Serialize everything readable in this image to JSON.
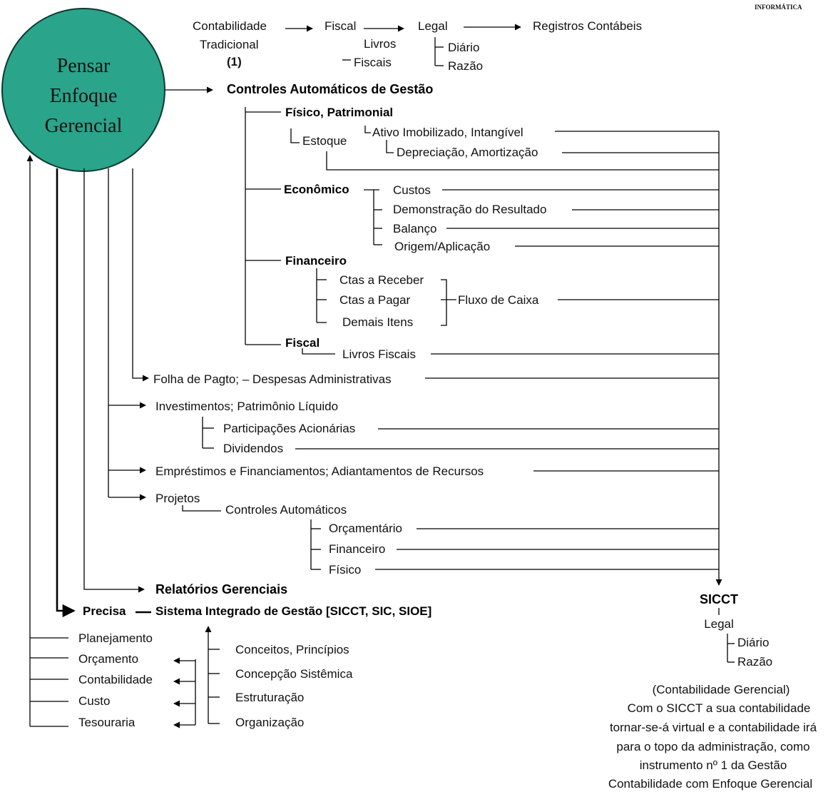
{
  "header": {
    "brand_text": "INFORMÁTICA",
    "chain": [
      "Contabilidade",
      "Tradicional",
      "(1)",
      "Fiscal",
      "Livros",
      "Fiscais",
      "Legal",
      "Diário",
      "Razão",
      "Registros Contábeis"
    ]
  },
  "circle": {
    "lines": [
      "Pensar",
      "Enfoque",
      "Gerencial"
    ],
    "fill_color": "#2aa48a"
  },
  "controles": {
    "title": "Controles Automáticos de Gestão",
    "fisico": {
      "label": "Físico, Patrimonial",
      "estoque": "Estoque",
      "ativo": "Ativo Imobilizado, Intangível",
      "depreciacao": "Depreciação, Amortização"
    },
    "economico": {
      "label": "Econômico",
      "items": [
        "Custos",
        "Demonstração do Resultado",
        "Balanço",
        "Origem/Aplicação"
      ]
    },
    "financeiro": {
      "label": "Financeiro",
      "items": [
        "Ctas a Receber",
        "Ctas a Pagar",
        "Demais Itens"
      ],
      "fluxo": "Fluxo de Caixa"
    },
    "fiscal": {
      "label": "Fiscal",
      "livros": "Livros Fiscais"
    }
  },
  "folha": "Folha de Pagto; – Despesas Administrativas",
  "investimentos": {
    "label": "Investimentos; Patrimônio Líquido",
    "items": [
      "Participações Acionárias",
      "Dividendos"
    ]
  },
  "emprestimos": "Empréstimos e Financiamentos; Adiantamentos de Recursos",
  "projetos": {
    "label": "Projetos",
    "sub": "Controles Automáticos",
    "items": [
      "Orçamentário",
      "Financeiro",
      "Físico"
    ]
  },
  "relatorios": "Relatórios Gerenciais",
  "precisa": "Precisa",
  "sistema": "Sistema Integrado de Gestão [SICCT, SIC, SIOE]",
  "left_list": [
    "Planejamento",
    "Orçamento",
    "Contabilidade",
    "Custo",
    "Tesouraria"
  ],
  "concepts": [
    "Conceitos, Princípios",
    "Concepção Sistêmica",
    "Estruturação",
    "Organização"
  ],
  "sicct": {
    "title": "SICCT",
    "legal": "Legal",
    "diario": "Diário",
    "razao": "Razão",
    "note": [
      "(Contabilidade Gerencial)",
      "Com o SICCT a sua contabilidade",
      "tornar-se-á virtual e a contabilidade irá",
      "para o topo da administração, como",
      "instrumento nº 1 da Gestão",
      "Contabilidade com Enfoque Gerencial"
    ]
  }
}
